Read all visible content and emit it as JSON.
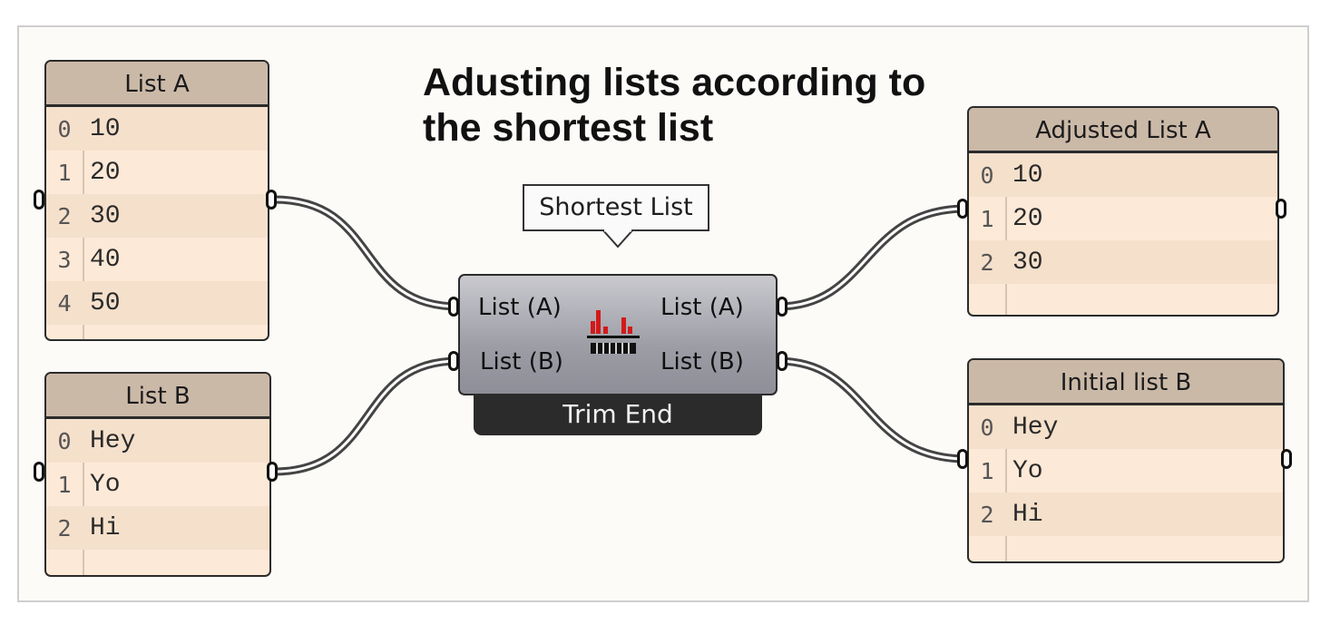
{
  "title": "Adusting lists according to the shortest list",
  "tooltip": "Shortest List",
  "component": {
    "inputs": [
      "List (A)",
      "List (B)"
    ],
    "outputs": [
      "List (A)",
      "List (B)"
    ],
    "nickname": "Trim End",
    "icon": "shortest-list-icon"
  },
  "panels": {
    "list_a": {
      "title": "List A",
      "rows": [
        {
          "i": "0",
          "v": "10"
        },
        {
          "i": "1",
          "v": "20"
        },
        {
          "i": "2",
          "v": "30"
        },
        {
          "i": "3",
          "v": "40"
        },
        {
          "i": "4",
          "v": "50"
        }
      ]
    },
    "list_b": {
      "title": "List B",
      "rows": [
        {
          "i": "0",
          "v": "Hey"
        },
        {
          "i": "1",
          "v": "Yo"
        },
        {
          "i": "2",
          "v": "Hi"
        }
      ]
    },
    "adjusted_a": {
      "title": "Adjusted List A",
      "rows": [
        {
          "i": "0",
          "v": "10"
        },
        {
          "i": "1",
          "v": "20"
        },
        {
          "i": "2",
          "v": "30"
        }
      ]
    },
    "initial_b": {
      "title": "Initial list B",
      "rows": [
        {
          "i": "0",
          "v": "Hey"
        },
        {
          "i": "1",
          "v": "Yo"
        },
        {
          "i": "2",
          "v": "Hi"
        }
      ]
    }
  },
  "colors": {
    "panel_bg": "#fde9d7",
    "panel_header": "#cbb9a8",
    "icon_red": "#d11a1a"
  }
}
